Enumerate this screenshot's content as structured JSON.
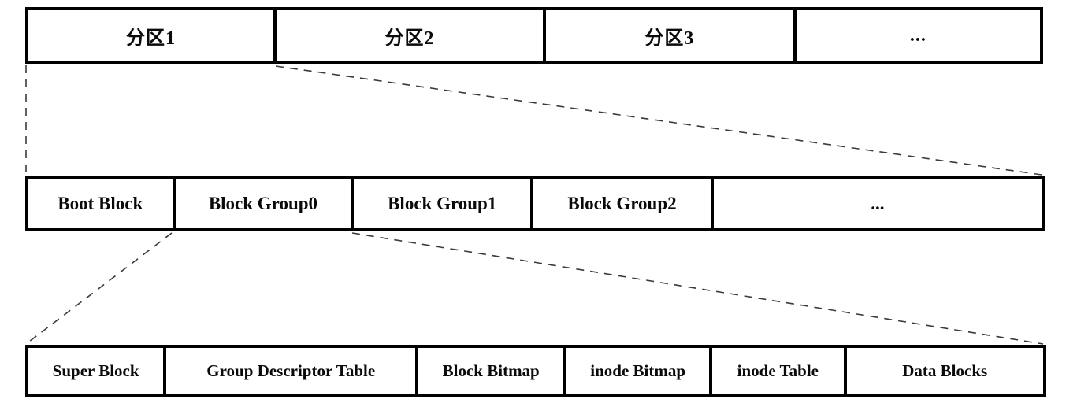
{
  "diagram": {
    "background_color": "#ffffff",
    "border_color": "#000000",
    "text_color": "#0a0a0a",
    "connector_color": "#3a3a3a",
    "rows": {
      "partitions": {
        "name": "disk-partitions",
        "cells": [
          "分区1",
          "分区2",
          "分区3",
          "..."
        ]
      },
      "block_groups": {
        "name": "partition1-block-groups",
        "cells": [
          "Boot Block",
          "Block Group0",
          "Block Group1",
          "Block Group2",
          "..."
        ]
      },
      "group_internals": {
        "name": "block-group0-internals",
        "cells": [
          "Super Block",
          "Group Descriptor Table",
          "Block Bitmap",
          "inode Bitmap",
          "inode Table",
          "Data Blocks"
        ]
      }
    }
  }
}
